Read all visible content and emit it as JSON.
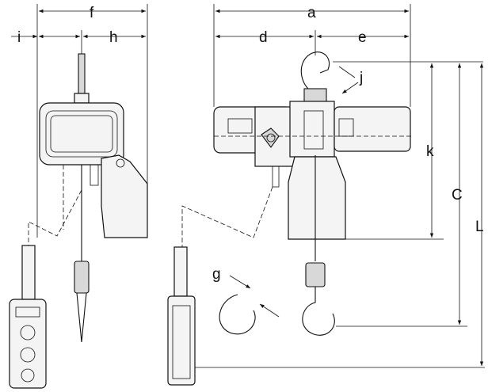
{
  "labels": {
    "a": "a",
    "d": "d",
    "e": "e",
    "f": "f",
    "h": "h",
    "i": "i",
    "j": "j",
    "k": "k",
    "g": "g",
    "C": "C",
    "L": "L"
  }
}
